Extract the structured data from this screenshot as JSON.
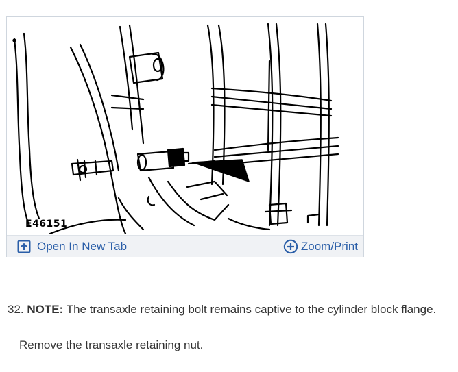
{
  "figure": {
    "caption_code": "E46151",
    "open_tab_label": "Open In New Tab",
    "zoom_print_label": "Zoom/Print",
    "open_tab_icon": "open-new-tab-icon",
    "zoom_icon": "zoom-plus-icon",
    "link_color": "#2a5ea8"
  },
  "step": {
    "number": "32.",
    "note_label": "NOTE:",
    "note_text": "The transaxle retaining bolt remains captive to the cylinder block flange.",
    "instruction": "Remove the transaxle retaining nut."
  }
}
